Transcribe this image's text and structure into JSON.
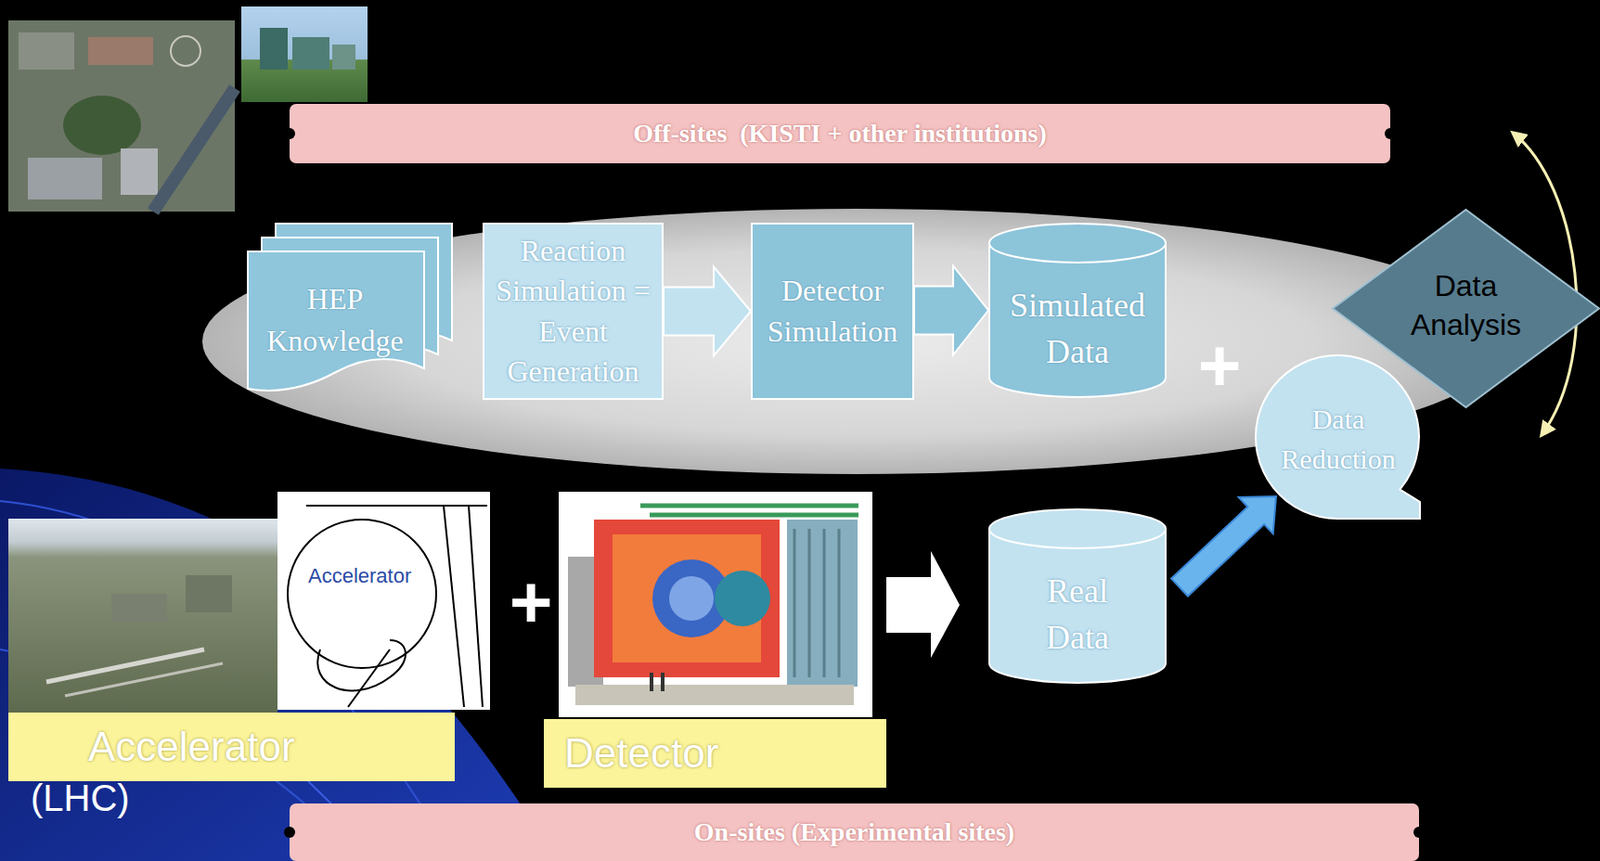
{
  "diagram": {
    "nodes": [
      {
        "text": [
          "Off-sites  (KISTI + other institutions)"
        ]
      },
      {
        "text": [
          "HEP Knowledge"
        ]
      },
      {
        "text": [
          "Reaction Simulation = Event Generation"
        ]
      },
      {
        "text": [
          "Detector Simulation"
        ]
      },
      {
        "text": [
          "Simulated Data"
        ]
      },
      {
        "text": [
          "Data Analysis"
        ]
      },
      {
        "text": [
          "Data Reduction"
        ]
      },
      {
        "text": [
          "Real Data"
        ]
      },
      {
        "text": [
          "Accelerator"
        ]
      },
      {
        "text": [
          "Detector"
        ]
      },
      {
        "text": [
          "On-sites (Experimental sites)"
        ]
      }
    ],
    "edges": [
      {
        "from": 2,
        "to": 3,
        "arrow": "to"
      },
      {
        "from": 3,
        "to": 4,
        "arrow": "to"
      },
      {
        "from": 7,
        "to": 6,
        "arrow": "to"
      }
    ],
    "labels": [
      "+",
      "+",
      "Accelerator",
      "(LHC)"
    ]
  }
}
